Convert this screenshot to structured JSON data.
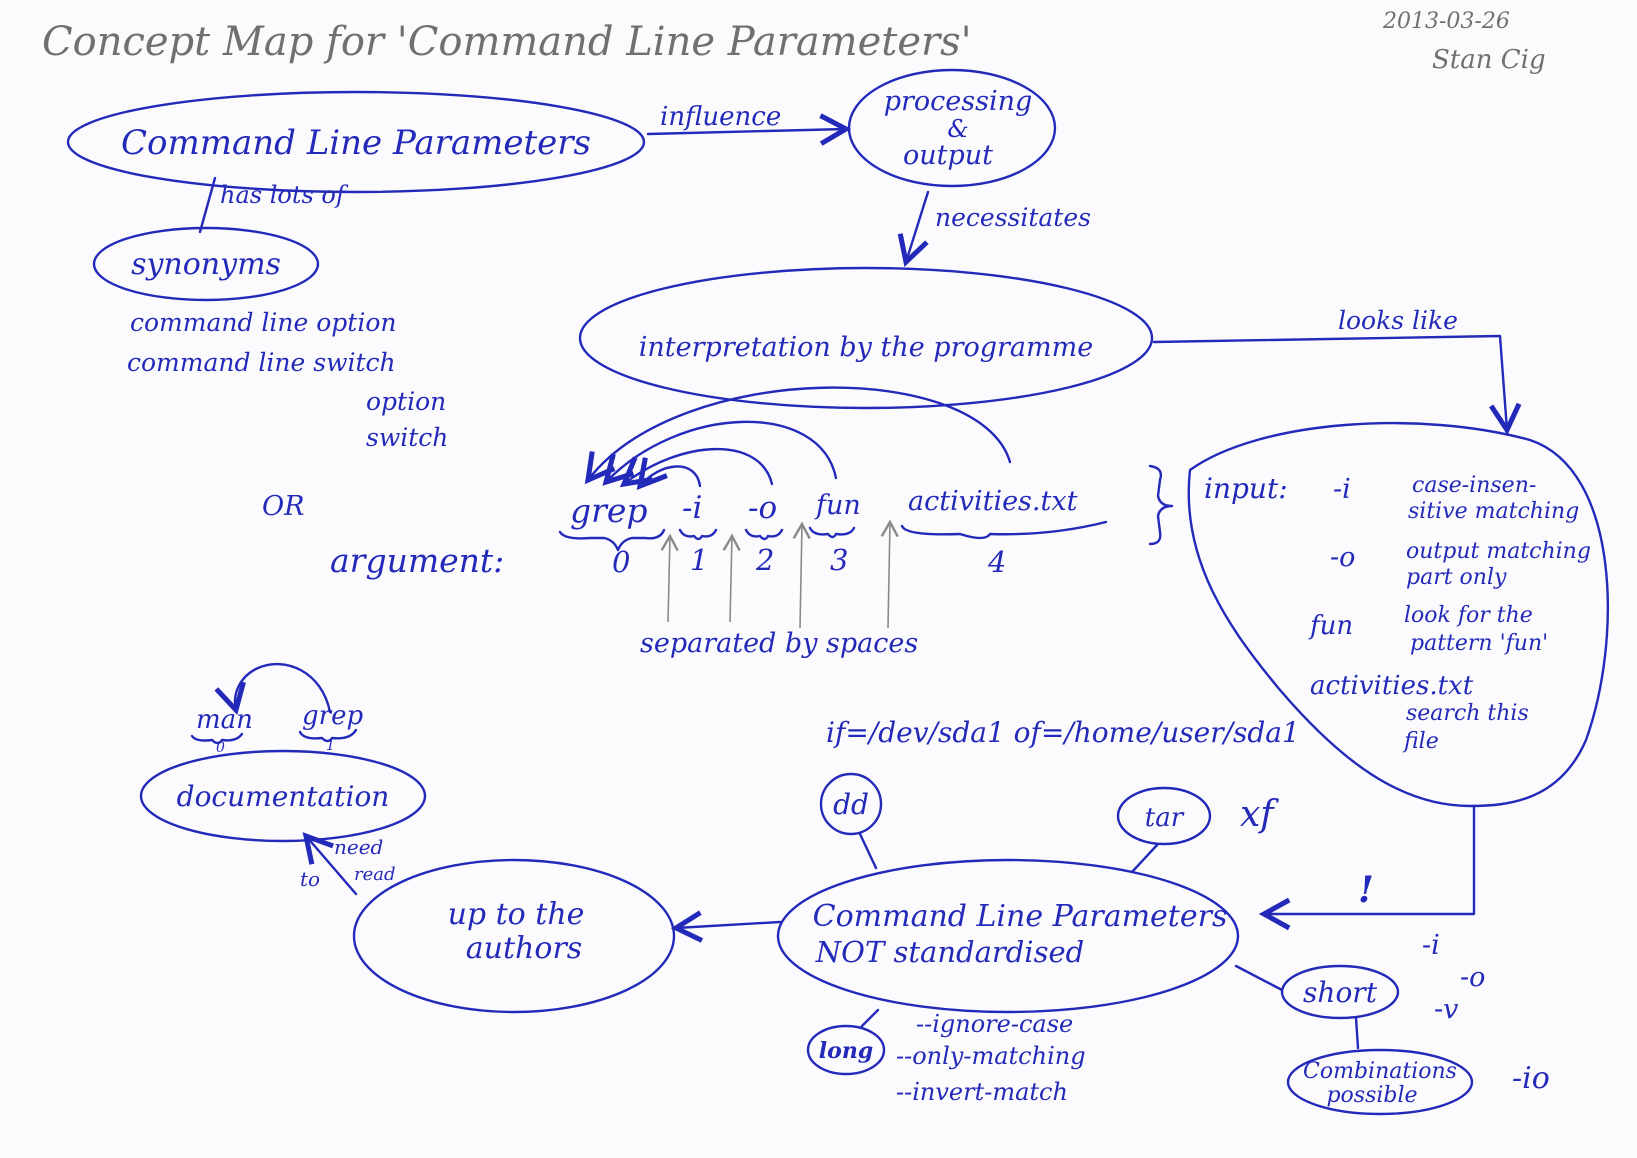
{
  "header": {
    "title": "Concept Map for 'Command Line Parameters'",
    "date": "2013-03-26",
    "signature": "Stan Cig"
  },
  "nodes": {
    "clp": "Command Line Parameters",
    "processing_line1": "processing",
    "processing_amp": "&",
    "processing_line2": "output",
    "synonyms": "synonyms",
    "interpretation": "interpretation by the programme",
    "documentation": "documentation",
    "authors_line1": "up to the",
    "authors_line2": "authors",
    "notstd_line1": "Command Line Parameters",
    "notstd_line2": "NOT standardised",
    "dd": "dd",
    "tar": "tar",
    "short": "short",
    "long": "long",
    "combinations_line1": "Combinations",
    "combinations_line2": "possible"
  },
  "links": {
    "influence": "influence",
    "has_lots_of": "has lots of",
    "necessitates": "necessitates",
    "looks_like": "looks like",
    "need": "need",
    "to": "to",
    "read": "read",
    "exclamation": "!"
  },
  "synonym_list": [
    "command line option",
    "command line switch",
    "option",
    "switch"
  ],
  "or_label": "OR",
  "command": {
    "tokens": [
      "grep",
      "-i",
      "-o",
      "fun",
      "activities.txt"
    ],
    "argument_label": "argument:",
    "indices": [
      "0",
      "1",
      "2",
      "3",
      "4"
    ],
    "separated": "separated by spaces"
  },
  "input_box": {
    "label": "input:",
    "rows": [
      {
        "key": "-i",
        "desc1": "case-insen-",
        "desc2": "sitive matching"
      },
      {
        "key": "-o",
        "desc1": "output matching",
        "desc2": "part only"
      },
      {
        "key": "fun",
        "desc1": "look for the",
        "desc2": "pattern 'fun'"
      },
      {
        "key": "activities.txt",
        "desc1": "search this",
        "desc2": "file"
      }
    ]
  },
  "man_grep": {
    "man": "man",
    "grep": "grep",
    "idx0": "0",
    "idx1": "1"
  },
  "dd_example": "if=/dev/sda1 of=/home/user/sda1",
  "tar_flags": "xf",
  "short_flags": [
    "-i",
    "-o",
    "-v"
  ],
  "combo_flag": "-io",
  "long_flags": [
    "--ignore-case",
    "--only-matching",
    "--invert-match"
  ],
  "colors": {
    "ink": "#2329b8",
    "pencil": "#707070",
    "paper": "#fbfbfd"
  }
}
